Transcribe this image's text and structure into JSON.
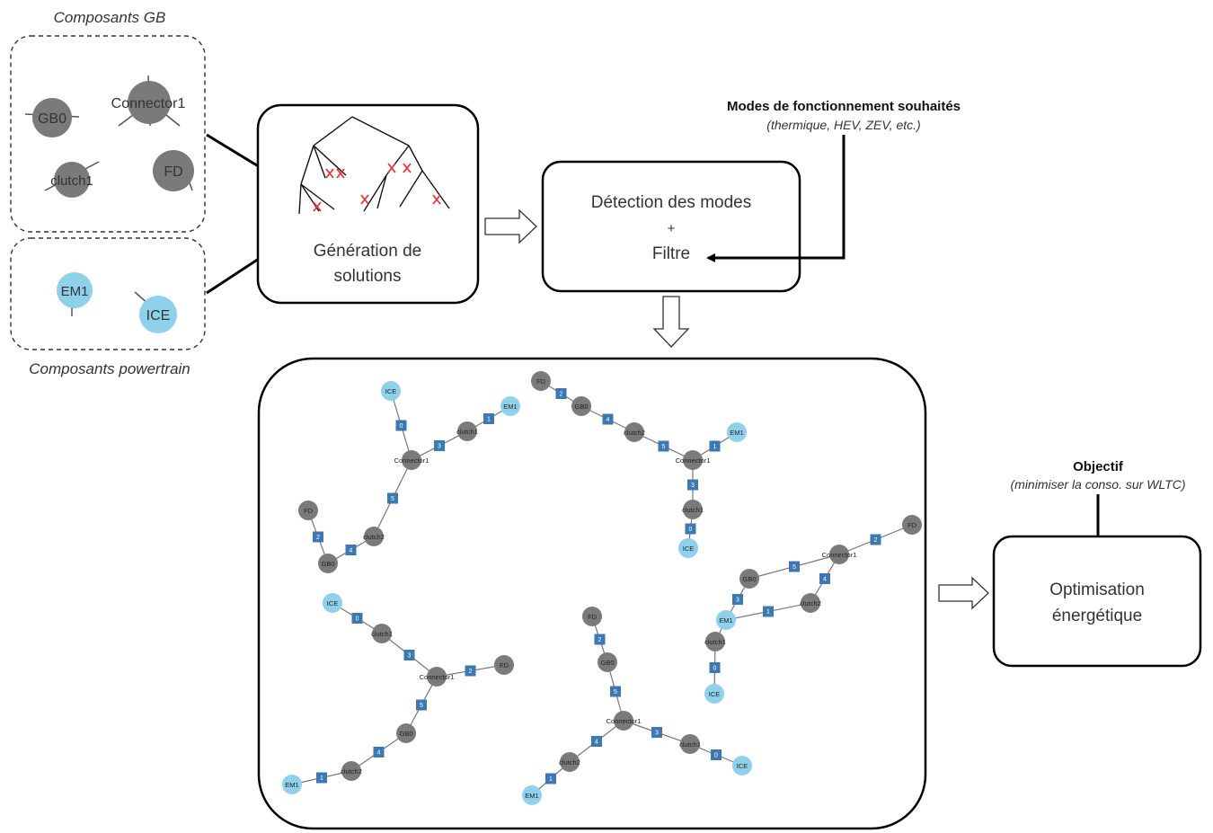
{
  "gb_group": {
    "title": "Composants GB",
    "components": [
      "GB0",
      "Connector1",
      "clutch1",
      "FD"
    ]
  },
  "powertrain_group": {
    "title": "Composants powertrain",
    "components": [
      "EM1",
      "ICE"
    ]
  },
  "generation_box": {
    "line1": "Génération de",
    "line2": "solutions"
  },
  "detection_box": {
    "line1": "Détection des modes",
    "line2": "+",
    "line3": "Filtre"
  },
  "modes_label": {
    "title": "Modes de fonctionnement souhaités",
    "subtitle": "(thermique, HEV, ZEV, etc.)"
  },
  "objective_label": {
    "title": "Objectif",
    "subtitle": "(minimiser la conso. sur WLTC)"
  },
  "optimisation_box": {
    "line1": "Optimisation",
    "line2": "énergétique"
  },
  "colors": {
    "gb_node": "#7a7a7a",
    "powertrain_node": "#8fd0ea",
    "connection_square": "#3d78b2",
    "cross": "#e0353a"
  },
  "solutions": [
    {
      "nodes": [
        {
          "id": "ICE",
          "label": "ICE",
          "kind": "p"
        },
        {
          "id": "C1",
          "label": "Connector1",
          "kind": "g"
        },
        {
          "id": "cl1",
          "label": "clutch1",
          "kind": "g"
        },
        {
          "id": "EM1",
          "label": "EM1",
          "kind": "p"
        },
        {
          "id": "cl2",
          "label": "clutch2",
          "kind": "g"
        },
        {
          "id": "GB0",
          "label": "GB0",
          "kind": "g"
        },
        {
          "id": "FD",
          "label": "FD",
          "kind": "g"
        }
      ],
      "edges": [
        [
          "ICE",
          "C1",
          "0"
        ],
        [
          "C1",
          "cl1",
          "3"
        ],
        [
          "cl1",
          "EM1",
          "1"
        ],
        [
          "C1",
          "cl2",
          "5"
        ],
        [
          "cl2",
          "GB0",
          "4"
        ],
        [
          "GB0",
          "FD",
          "2"
        ]
      ]
    },
    {
      "nodes": [
        {
          "id": "FD",
          "label": "FD",
          "kind": "g"
        },
        {
          "id": "GB0",
          "label": "GB0",
          "kind": "g"
        },
        {
          "id": "cl2",
          "label": "clutch2",
          "kind": "g"
        },
        {
          "id": "C1",
          "label": "Connector1",
          "kind": "g"
        },
        {
          "id": "EM1",
          "label": "EM1",
          "kind": "p"
        },
        {
          "id": "cl1",
          "label": "clutch1",
          "kind": "g"
        },
        {
          "id": "ICE",
          "label": "ICE",
          "kind": "p"
        }
      ],
      "edges": [
        [
          "FD",
          "GB0",
          "2"
        ],
        [
          "GB0",
          "cl2",
          "4"
        ],
        [
          "cl2",
          "C1",
          "5"
        ],
        [
          "C1",
          "EM1",
          "1"
        ],
        [
          "C1",
          "cl1",
          "3"
        ],
        [
          "cl1",
          "ICE",
          "0"
        ]
      ]
    },
    {
      "nodes": [
        {
          "id": "FD",
          "label": "FD",
          "kind": "g"
        },
        {
          "id": "C1",
          "label": "Connector1",
          "kind": "g"
        },
        {
          "id": "GB0",
          "label": "GB0",
          "kind": "g"
        },
        {
          "id": "cl2",
          "label": "clutch2",
          "kind": "g"
        },
        {
          "id": "EM1",
          "label": "EM1",
          "kind": "p"
        },
        {
          "id": "cl1",
          "label": "clutch1",
          "kind": "g"
        },
        {
          "id": "ICE",
          "label": "ICE",
          "kind": "p"
        }
      ],
      "edges": [
        [
          "C1",
          "FD",
          "2"
        ],
        [
          "C1",
          "GB0",
          "5"
        ],
        [
          "C1",
          "cl2",
          "4"
        ],
        [
          "GB0",
          "EM1",
          "3"
        ],
        [
          "cl2",
          "EM1",
          "1"
        ],
        [
          "EM1",
          "cl1",
          ""
        ],
        [
          "cl1",
          "ICE",
          "0"
        ]
      ]
    },
    {
      "nodes": [
        {
          "id": "ICE",
          "label": "ICE",
          "kind": "p"
        },
        {
          "id": "cl1",
          "label": "clutch1",
          "kind": "g"
        },
        {
          "id": "C1",
          "label": "Connector1",
          "kind": "g"
        },
        {
          "id": "FD",
          "label": "FD",
          "kind": "g"
        },
        {
          "id": "GB0",
          "label": "GB0",
          "kind": "g"
        },
        {
          "id": "cl2",
          "label": "clutch2",
          "kind": "g"
        },
        {
          "id": "EM1",
          "label": "EM1",
          "kind": "p"
        }
      ],
      "edges": [
        [
          "ICE",
          "cl1",
          "0"
        ],
        [
          "cl1",
          "C1",
          "3"
        ],
        [
          "C1",
          "FD",
          "2"
        ],
        [
          "C1",
          "GB0",
          "5"
        ],
        [
          "GB0",
          "cl2",
          "4"
        ],
        [
          "cl2",
          "EM1",
          "1"
        ]
      ]
    },
    {
      "nodes": [
        {
          "id": "FD",
          "label": "FD",
          "kind": "g"
        },
        {
          "id": "GB0",
          "label": "GB0",
          "kind": "g"
        },
        {
          "id": "C1",
          "label": "Connector1",
          "kind": "g"
        },
        {
          "id": "cl1",
          "label": "clutch1",
          "kind": "g"
        },
        {
          "id": "ICE",
          "label": "ICE",
          "kind": "p"
        },
        {
          "id": "cl2",
          "label": "clutch2",
          "kind": "g"
        },
        {
          "id": "EM1",
          "label": "EM1",
          "kind": "p"
        }
      ],
      "edges": [
        [
          "FD",
          "GB0",
          "2"
        ],
        [
          "GB0",
          "C1",
          "5"
        ],
        [
          "C1",
          "cl1",
          "3"
        ],
        [
          "cl1",
          "ICE",
          "0"
        ],
        [
          "C1",
          "cl2",
          "4"
        ],
        [
          "cl2",
          "EM1",
          "1"
        ]
      ]
    }
  ]
}
